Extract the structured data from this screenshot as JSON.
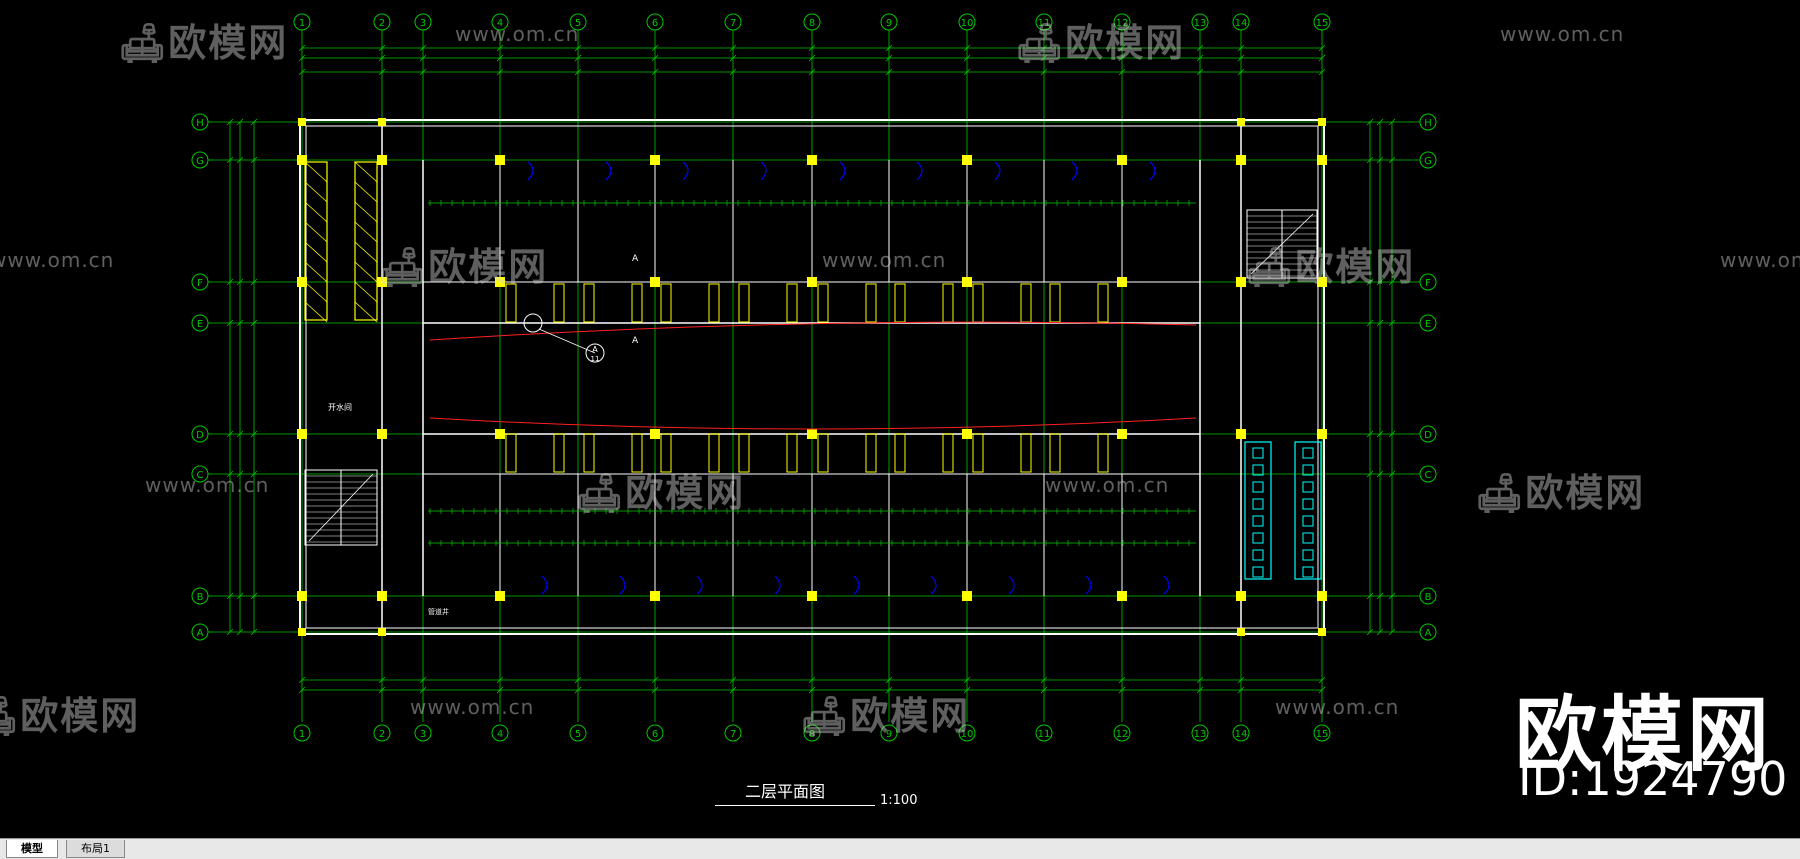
{
  "drawing": {
    "title": "二层平面图",
    "scale": "1:100",
    "room_label_text": "开水间",
    "section_mark_top": "A",
    "section_mark_mid": "A",
    "detail_ref": "A",
    "detail_ref_sub": "11",
    "note_small": "管道井"
  },
  "grid": {
    "col_labels": [
      "1",
      "2",
      "3",
      "4",
      "5",
      "6",
      "7",
      "8",
      "9",
      "10",
      "11",
      "12",
      "13",
      "14",
      "15"
    ],
    "row_labels": [
      "H",
      "G",
      "F",
      "E",
      "D",
      "C",
      "B",
      "A"
    ]
  },
  "watermark": {
    "brand": "欧模网",
    "url": "www.om.cn"
  },
  "logo": {
    "brand": "欧模网",
    "id_text": "ID:1924790"
  },
  "tabs": [
    {
      "label": "模型",
      "active": true
    },
    {
      "label": "布局1",
      "active": false
    }
  ],
  "colors": {
    "background": "#000000",
    "wall": "#ffffff",
    "grid_line": "#00c800",
    "column": "#ffff00",
    "door": "#0000ff",
    "red_line": "#ff2020",
    "fixture": "#00ffff"
  }
}
